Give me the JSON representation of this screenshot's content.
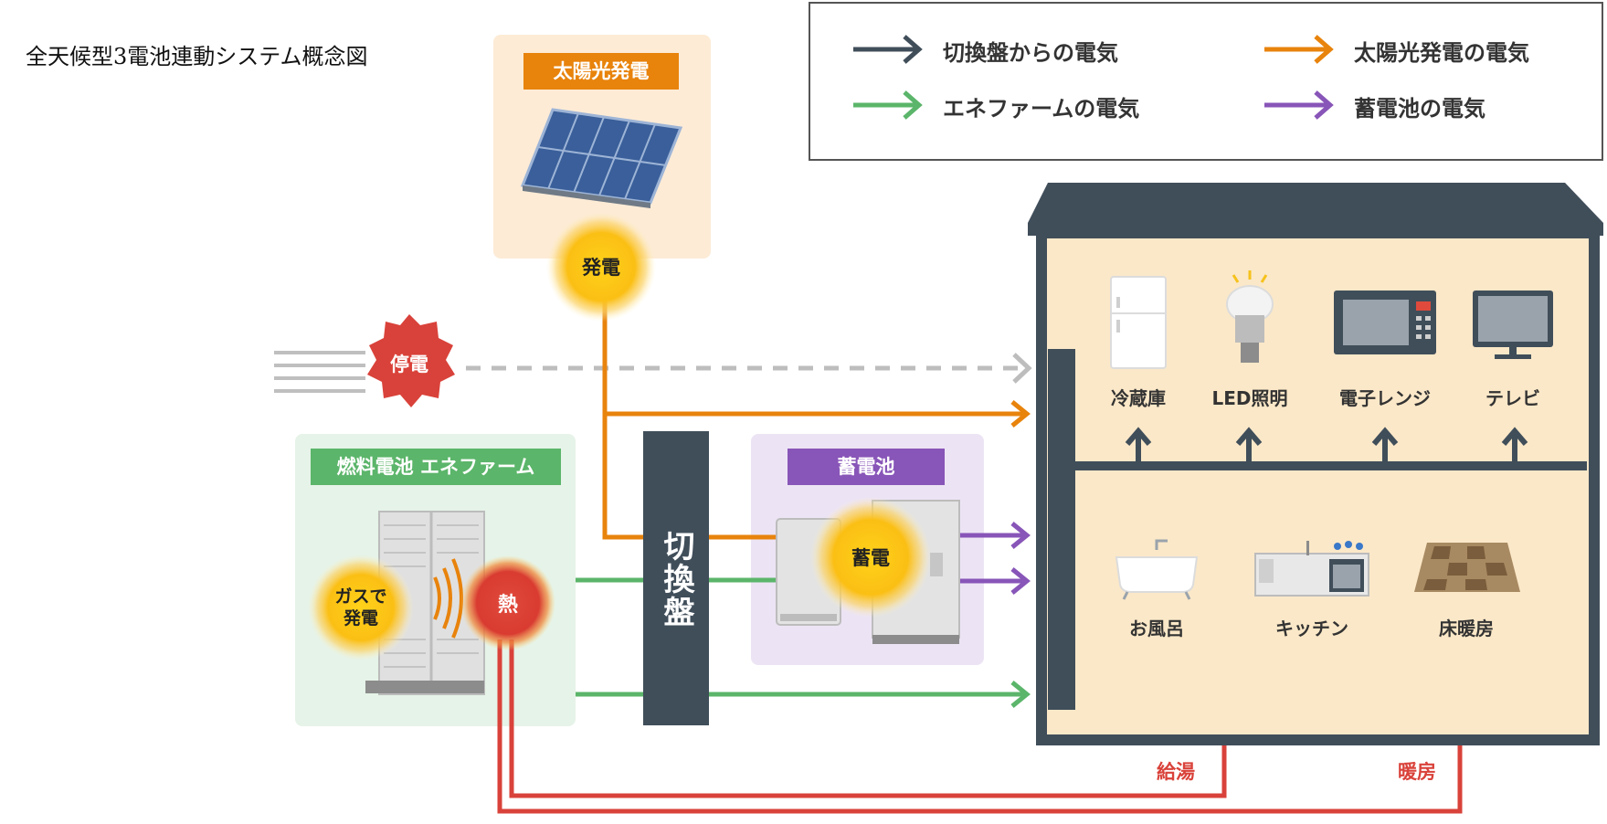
{
  "title": "全天候型3電池連動システム概念図",
  "colors": {
    "grid": "#404e5a",
    "solar": "#e8830c",
    "enefarm": "#5bb56a",
    "battery": "#8855b8",
    "heat": "#d9423a",
    "outage": "#d9423a",
    "house_wall": "#404e5a",
    "house_floor": "#fbe8c8"
  },
  "legend": [
    {
      "label": "切換盤からの電気",
      "color": "#404e5a"
    },
    {
      "label": "太陽光発電の電気",
      "color": "#e8830c"
    },
    {
      "label": "エネファームの電気",
      "color": "#5bb56a"
    },
    {
      "label": "蓄電池の電気",
      "color": "#8855b8"
    }
  ],
  "solar": {
    "label": "太陽光発電",
    "badge": "発電",
    "icon": "solar-panel-icon"
  },
  "outage": {
    "label": "停電",
    "icon": "power-outage-icon"
  },
  "enefarm": {
    "label": "燃料電池 エネファーム",
    "gen_badge": "ガスで\n発電",
    "heat_badge": "熱",
    "icon": "fuel-cell-unit-icon"
  },
  "switchboard": {
    "label": "切換盤"
  },
  "battery": {
    "label": "蓄電池",
    "badge": "蓄電",
    "icon": "battery-unit-icon"
  },
  "house": {
    "upper_rooms": [
      {
        "label": "冷蔵庫",
        "icon": "refrigerator-icon"
      },
      {
        "label": "LED照明",
        "icon": "led-bulb-icon"
      },
      {
        "label": "電子レンジ",
        "icon": "microwave-icon"
      },
      {
        "label": "テレビ",
        "icon": "tv-icon"
      }
    ],
    "lower_rooms": [
      {
        "label": "お風呂",
        "icon": "bathtub-icon"
      },
      {
        "label": "キッチン",
        "icon": "kitchen-icon"
      },
      {
        "label": "床暖房",
        "icon": "floor-heating-icon"
      }
    ]
  },
  "heat_labels": {
    "hot_water": "給湯",
    "heating": "暖房"
  }
}
